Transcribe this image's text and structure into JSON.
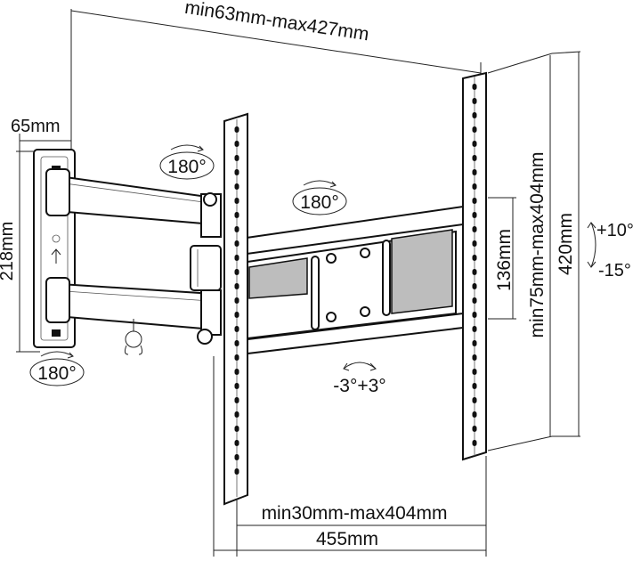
{
  "dimensions": {
    "top_width": "min63mm-max427mm",
    "wall_plate_width": "65mm",
    "wall_plate_height": "218mm",
    "vesa_vertical_inner": "136mm",
    "vesa_vertical_range": "min75mm-max404mm",
    "overall_height": "420mm",
    "vesa_horizontal_range": "min30mm-max404mm",
    "overall_width": "455mm"
  },
  "rotations": {
    "swivel_upper_arm": "180°",
    "swivel_bracket": "180°",
    "swivel_wall": "180°",
    "level_adjust": "-3°+3°",
    "tilt_up": "+10°",
    "tilt_down": "-15°"
  }
}
